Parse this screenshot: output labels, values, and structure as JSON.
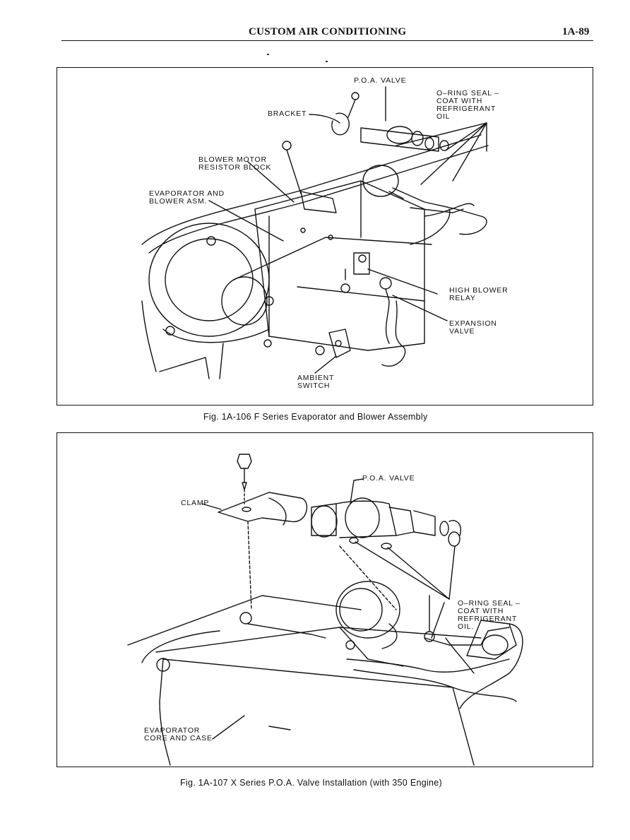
{
  "header": {
    "title": "CUSTOM AIR CONDITIONING",
    "page_number": "1A-89"
  },
  "figure1": {
    "caption": "Fig. 1A-106 F Series Evaporator and Blower Assembly",
    "labels": {
      "poa_valve": "P.O.A. VALVE",
      "o_ring_seal": "O–RING SEAL –\nCOAT WITH\nREFRIGERANT\nOIL",
      "bracket": "BRACKET",
      "blower_motor_resistor": "BLOWER MOTOR\nRESISTOR BLOCK",
      "evaporator_blower": "EVAPORATOR AND\nBLOWER ASM.",
      "high_blower_relay": "HIGH BLOWER\nRELAY",
      "expansion_valve": "EXPANSION\nVALVE",
      "ambient_switch": "AMBIENT\nSWITCH"
    }
  },
  "figure2": {
    "caption": "Fig. 1A-107 X Series P.O.A. Valve Installation (with 350 Engine)",
    "labels": {
      "poa_valve": "P.O.A. VALVE",
      "clamp": "CLAMP",
      "o_ring_seal": "O–RING SEAL –\nCOAT WITH\nREFRIGERANT\nOIL.",
      "evaporator_core": "EVAPORATOR\nCORE AND CASE"
    }
  }
}
